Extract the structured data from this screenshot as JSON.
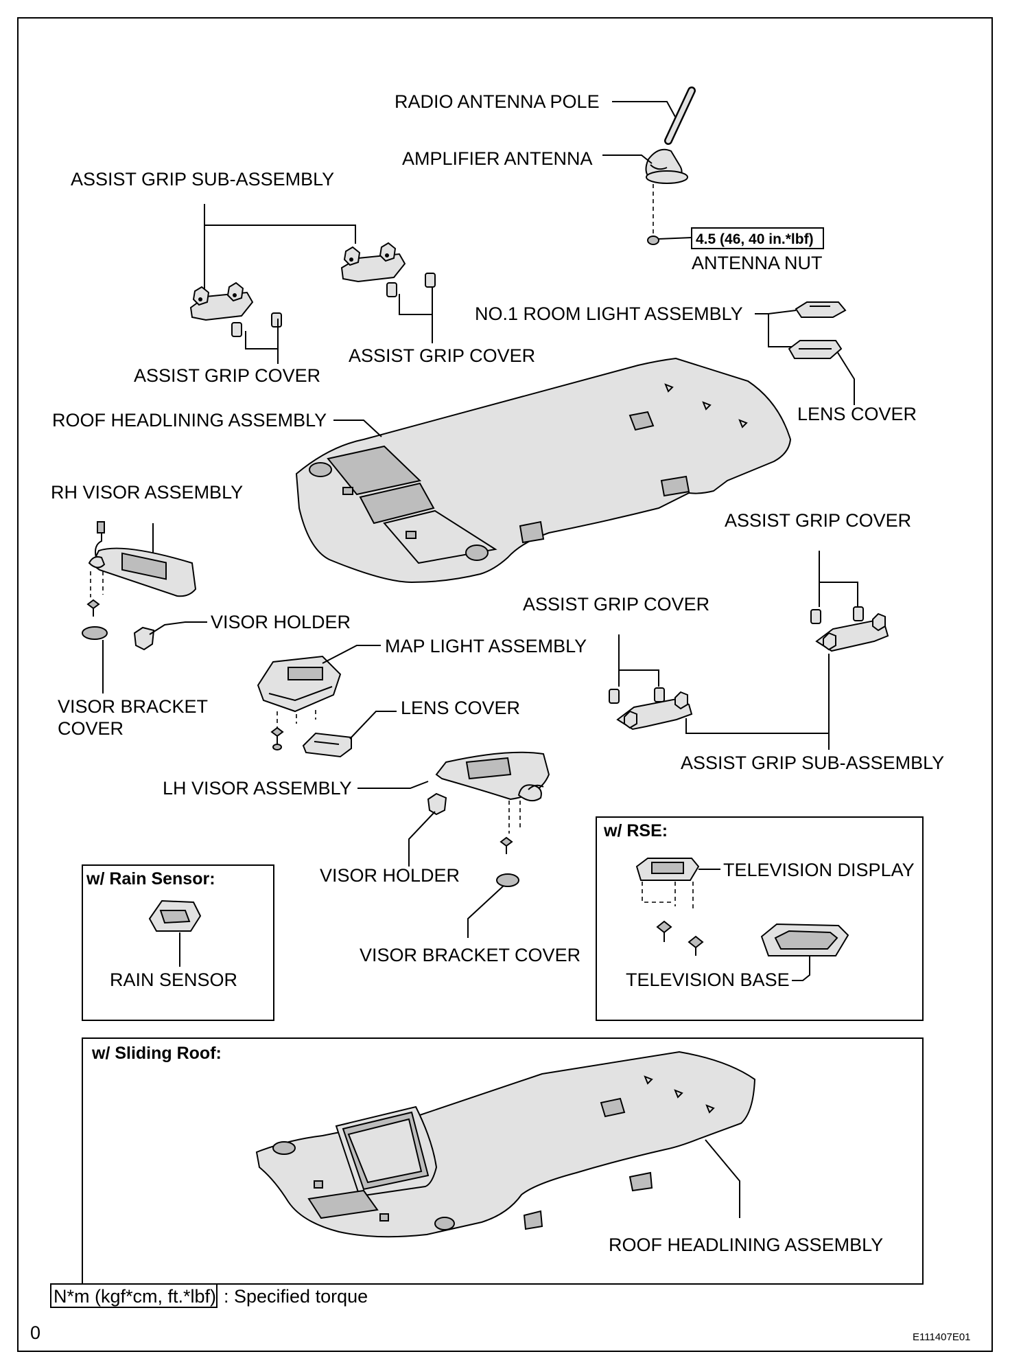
{
  "diagram": {
    "labels": {
      "radio_antenna_pole": "RADIO ANTENNA POLE",
      "amplifier_antenna": "AMPLIFIER ANTENNA",
      "antenna_nut_torque": "4.5 (46, 40 in.*lbf)",
      "antenna_nut": "ANTENNA NUT",
      "assist_grip_sub_top": "ASSIST GRIP SUB-ASSEMBLY",
      "assist_grip_cover_left": "ASSIST GRIP COVER",
      "assist_grip_cover_mid": "ASSIST GRIP COVER",
      "room_light": "NO.1 ROOM LIGHT ASSEMBLY",
      "lens_cover_top": "LENS COVER",
      "roof_headlining": "ROOF HEADLINING ASSEMBLY",
      "rh_visor": "RH VISOR ASSEMBLY",
      "assist_grip_cover_right": "ASSIST GRIP COVER",
      "visor_holder_left": "VISOR HOLDER",
      "map_light": "MAP LIGHT ASSEMBLY",
      "assist_grip_cover_center": "ASSIST GRIP COVER",
      "visor_bracket_cover_left_1": "VISOR BRACKET",
      "visor_bracket_cover_left_2": "COVER",
      "lens_cover_mid": "LENS COVER",
      "assist_grip_sub_right": "ASSIST GRIP SUB-ASSEMBLY",
      "lh_visor": "LH VISOR ASSEMBLY",
      "visor_holder_mid": "VISOR HOLDER",
      "visor_bracket_cover_mid": "VISOR BRACKET COVER"
    },
    "rain_sensor_box": {
      "title": "w/ Rain Sensor:",
      "label": "RAIN SENSOR"
    },
    "rse_box": {
      "title": "w/ RSE:",
      "tv_display": "TELEVISION DISPLAY",
      "tv_base": "TELEVISION BASE"
    },
    "sliding_roof_box": {
      "title": "w/ Sliding Roof:",
      "label": "ROOF HEADLINING ASSEMBLY"
    },
    "legend": {
      "key": "N*m (kgf*cm, ft.*lbf)",
      "text": ": Specified torque"
    },
    "footer": {
      "page": "0",
      "code": "E111407E01"
    }
  }
}
